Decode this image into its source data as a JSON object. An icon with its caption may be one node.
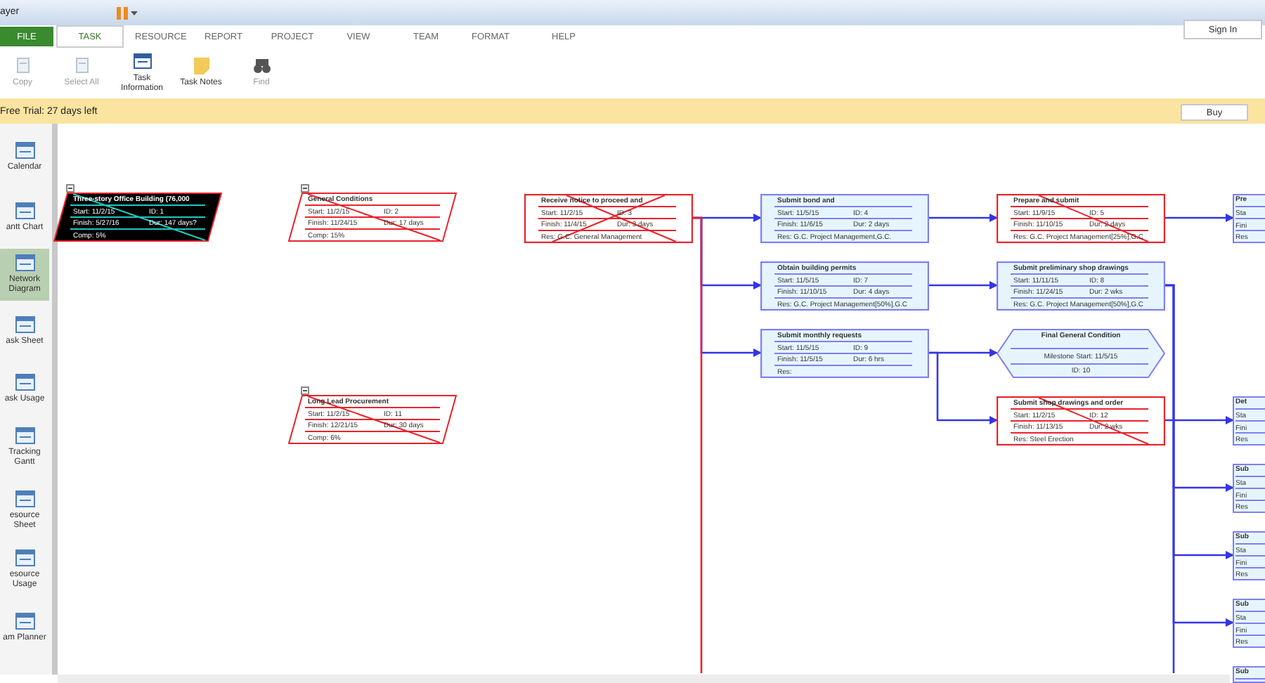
{
  "diagram": {
    "nodes": [
      {
        "text": [
          "Three-story Office Building (76,000",
          "Start: 11/2/15",
          "ID: 1",
          "Finish: 5/27/16",
          "Dur: 147 days?",
          "Comp: 5%"
        ]
      },
      {
        "text": [
          "General Conditions",
          "Start: 11/2/15",
          "ID: 2",
          "Finish: 11/24/15",
          "Dur: 17 days",
          "Comp: 15%"
        ]
      },
      {
        "text": [
          "Long Lead Procurement",
          "Start: 11/2/15",
          "ID: 11",
          "Finish: 12/21/15",
          "Dur: 30 days",
          "Comp: 6%"
        ]
      },
      {
        "text": [
          "Receive notice to proceed and",
          "Start: 11/2/15",
          "ID: 3",
          "Finish: 11/4/15",
          "Dur: 3 days",
          "Res: G.C. General Management"
        ]
      },
      {
        "text": [
          "Submit bond and",
          "Start: 11/5/15",
          "ID: 4",
          "Finish: 11/6/15",
          "Dur: 2 days",
          "Res: G.C. Project Management,G.C."
        ]
      },
      {
        "text": [
          "Obtain building permits",
          "Start: 11/5/15",
          "ID: 7",
          "Finish: 11/10/15",
          "Dur: 4 days",
          "Res: G.C. Project Management[50%],G.C"
        ]
      },
      {
        "text": [
          "Submit monthly requests",
          "Start: 11/5/15",
          "ID: 9",
          "Finish: 11/5/15",
          "Dur: 6 hrs",
          "Res:"
        ]
      },
      {
        "text": [
          "Prepare and submit",
          "Start: 11/9/15",
          "ID: 5",
          "Finish: 11/10/15",
          "Dur: 2 days",
          "Res: G.C. Project Management[25%],G.C"
        ]
      },
      {
        "text": [
          "Submit preliminary shop drawings",
          "Start: 11/11/15",
          "ID: 8",
          "Finish: 11/24/15",
          "Dur: 2 wks",
          "Res: G.C. Project Management[50%],G.C"
        ]
      },
      {
        "text": [
          "Final General Condition",
          "Milestone Start: 11/5/15",
          "ID: 10"
        ]
      },
      {
        "text": [
          "Submit shop drawings and order",
          "Start: 11/2/15",
          "ID: 12",
          "Finish: 11/13/15",
          "Dur: 2 wks",
          "Res: Steel Erection"
        ]
      },
      {
        "text": [
          "Pre",
          "Sta",
          "Fini",
          "Res"
        ]
      },
      {
        "text": [
          "Det",
          "Sta",
          "Fini",
          "Res"
        ]
      },
      {
        "text": [
          "Sub",
          "Sta",
          "Fini",
          "Res"
        ]
      },
      {
        "text": [
          "Sub",
          "Sta",
          "Fini",
          "Res"
        ]
      },
      {
        "text": [
          "Sub",
          "Sta",
          "Fini",
          "Res"
        ]
      },
      {
        "text": [
          "Sub"
        ]
      }
    ],
    "edges": [
      {
        "from": 3,
        "to": 4,
        "arrow": "to"
      },
      {
        "from": 3,
        "to": 5,
        "arrow": "to"
      },
      {
        "from": 3,
        "to": 6,
        "arrow": "to"
      },
      {
        "from": 3,
        "to": null,
        "arrow": "none",
        "color": "#e8242c"
      },
      {
        "from": 4,
        "to": 7,
        "arrow": "to"
      },
      {
        "from": 5,
        "to": 8,
        "arrow": "to"
      },
      {
        "from": 6,
        "to": 9,
        "arrow": "to"
      },
      {
        "from": 6,
        "to": 10,
        "arrow": "to"
      },
      {
        "from": 7,
        "to": 11,
        "arrow": "to"
      },
      {
        "from": 10,
        "to": 12,
        "arrow": "to"
      },
      {
        "from": 8,
        "to": 13,
        "arrow": "to"
      },
      {
        "from": 8,
        "to": 14,
        "arrow": "to"
      },
      {
        "from": 8,
        "to": 15,
        "arrow": "to"
      },
      {
        "from": 8,
        "to": null,
        "arrow": "none"
      }
    ],
    "labels": [
      "ayer",
      "FILE",
      "TASK",
      "RESOURCE",
      "REPORT",
      "PROJECT",
      "VIEW",
      "TEAM",
      "FORMAT",
      "HELP",
      "Sign In",
      "Copy",
      "Select All",
      "Task Information",
      "Task Notes",
      "Find",
      "Free Trial: 27 days left",
      "Buy",
      "Calendar",
      "antt Chart",
      "Network Diagram",
      "ask Sheet",
      "ask Usage",
      "Tracking Gantt",
      "esource Sheet",
      "esource Usage",
      "am Planner"
    ]
  }
}
